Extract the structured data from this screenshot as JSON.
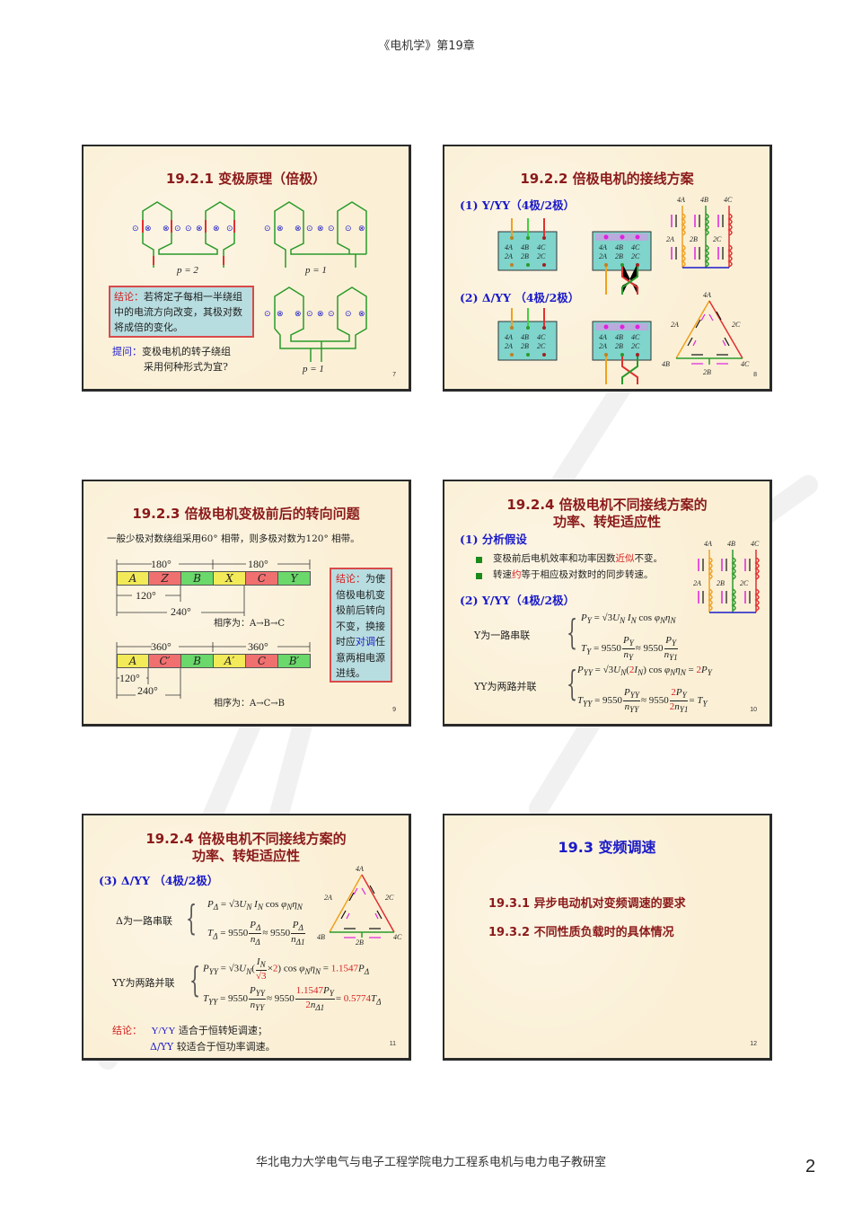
{
  "page": {
    "header": "《电机学》第19章",
    "footer": "华北电力大学电气与电子工程学院电力工程系电机与电力电子教研室",
    "page_number": "2"
  },
  "colors": {
    "slide_bg": "#fbf0d6",
    "title_red": "#8b1a1a",
    "heading_blue": "#1a1ac8",
    "highlight_red": "#d42020",
    "box_cyan": "#b8dde0",
    "box_border": "#d94a4a",
    "wire_green": "#2a9a2a",
    "wire_orange": "#f0a020",
    "wire_red": "#e03030",
    "arrow_magenta": "#e020e0"
  },
  "slides": [
    {
      "number": "7",
      "title": "19.2.1  变极原理（倍极）",
      "diagram_labels": [
        "p = 2",
        "p = 1",
        "p = 1"
      ],
      "conclusion_label": "结论：",
      "conclusion_text": "若将定子每相一半绕组中的电流方向改变，其极对数将成倍的变化。",
      "question_label": "提问：",
      "question_line1": "变极电机的转子绕组",
      "question_line2": "采用何种形式为宜?"
    },
    {
      "number": "8",
      "title": "19.2.2  倍极电机的接线方案",
      "heading1": "(1)  Y/YY（4极/2极）",
      "heading2": "(2)  Δ/YY （4极/2极）",
      "terminal_top": [
        "4A",
        "4B",
        "4C"
      ],
      "terminal_bottom": [
        "2A",
        "2B",
        "2C"
      ],
      "y_diagram_labels": [
        "4A",
        "4B",
        "4C",
        "2A",
        "2B",
        "2C"
      ],
      "delta_diagram_labels": [
        "4A",
        "2A",
        "2C",
        "4B",
        "2B",
        "4C"
      ]
    },
    {
      "number": "9",
      "title": "19.2.3  倍极电机变极前后的转向问题",
      "intro": "一般少极对数绕组采用60° 相带，则多极对数为120° 相带。",
      "band1": {
        "span_labels": [
          "180°",
          "180°"
        ],
        "phases": [
          "A",
          "Z",
          "B",
          "X",
          "C",
          "Y"
        ],
        "dims": [
          "120°",
          "240°"
        ],
        "sequence": "相序为：A→B→C"
      },
      "band2": {
        "span_labels": [
          "360°",
          "360°"
        ],
        "phases": [
          "A",
          "C′",
          "B",
          "A′",
          "C",
          "B′"
        ],
        "dims": [
          "120°",
          "240°"
        ],
        "sequence": "相序为：A→C→B"
      },
      "conclusion_label": "结论：",
      "conclusion_pre": "为使倍极电机变极前后转向不变，换接时应",
      "conclusion_highlight": "对调",
      "conclusion_post": "任意两相电源进线。"
    },
    {
      "number": "10",
      "title_line1": "19.2.4  倍极电机不同接线方案的",
      "title_line2": "功率、转矩适应性",
      "heading1": "(1) 分析假设",
      "bullets": [
        {
          "pre": "变极前后电机效率和功率因数",
          "hl": "近似",
          "post": "不变。"
        },
        {
          "pre": "转速",
          "hl": "约",
          "post": "等于相应极对数时的同步转速。"
        }
      ],
      "heading2": "(2)  Y/YY（4极/2极）",
      "case1_label": "Y为一路串联",
      "case2_label": "YY为两路并联",
      "diagram_labels": [
        "4A",
        "4B",
        "4C",
        "2A",
        "2B",
        "2C"
      ]
    },
    {
      "number": "11",
      "title_line1": "19.2.4  倍极电机不同接线方案的",
      "title_line2": "功率、转矩适应性",
      "heading": "(3)  Δ/YY （4极/2极）",
      "case1_label": "Δ为一路串联",
      "case2_label": "YY为两路并联",
      "coef_p": "1.1547",
      "coef_t": "0.5774",
      "conclusion_label": "结论：",
      "conclusion_line1_key": "Y/YY",
      "conclusion_line1_text": "适合于恒转矩调速；",
      "conclusion_line2_key": "Δ/YY",
      "conclusion_line2_text": "较适合于恒功率调速。",
      "diagram_labels": [
        "4A",
        "2A",
        "2C",
        "4B",
        "2B",
        "4C"
      ]
    },
    {
      "number": "12",
      "title": "19.3  变频调速",
      "items": [
        "19.3.1  异步电动机对变频调速的要求",
        "19.3.2  不同性质负载时的具体情况"
      ]
    }
  ]
}
